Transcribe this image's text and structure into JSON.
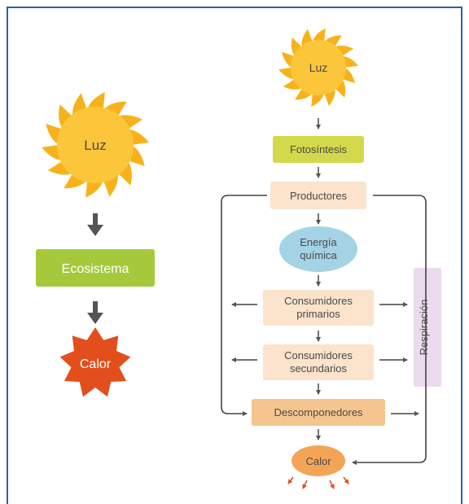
{
  "left": {
    "sun": "Luz",
    "box": "Ecosistema",
    "burst": "Calor"
  },
  "right": {
    "sun": "Luz",
    "fotosintesis": "Fotosíntesis",
    "productores": "Productores",
    "energia": [
      "Energía",
      "química"
    ],
    "primarios": [
      "Consumidores",
      "primarios"
    ],
    "secundarios": [
      "Consumidores",
      "secundarios"
    ],
    "descomponedores": "Descomponedores",
    "calor": "Calor",
    "respiracion": "Respiración"
  },
  "colors": {
    "border": "#2e5fa6",
    "sun": "#f7b21b",
    "sun_core": "#fcc63a",
    "green_box": "#a6c93c",
    "yellow_green_box": "#d3d94a",
    "peach_box": "#fbe3cc",
    "blue_ellipse": "#a5d3e6",
    "orange_box": "#f6c58f",
    "calor_burst": "#e24f1c",
    "calor_ellipse": "#f3a557",
    "respiration_box": "#eadcec",
    "arrow": "#444444"
  }
}
